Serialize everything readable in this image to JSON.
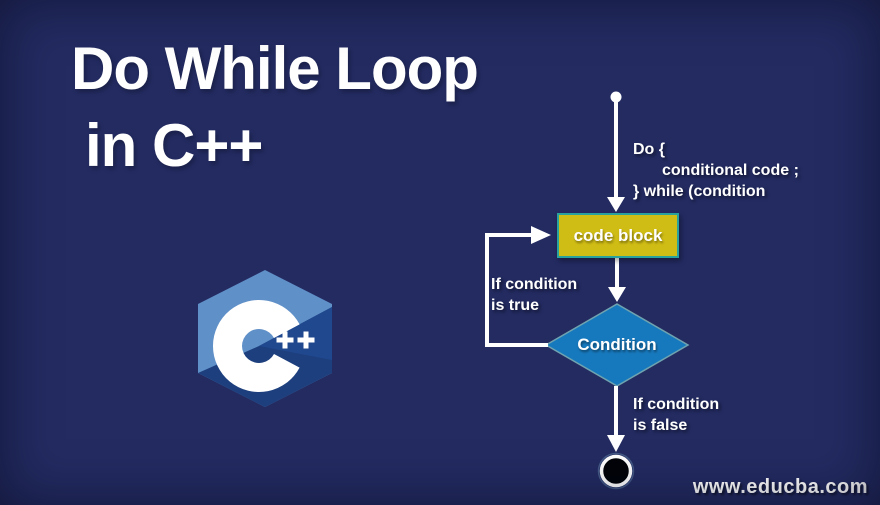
{
  "title": {
    "line1": "Do While Loop",
    "line2": "in C++"
  },
  "logo": {
    "name": "cpp-logo",
    "text": "C++"
  },
  "flowchart": {
    "syntax": {
      "line1": "Do {",
      "line2": "conditional code ;",
      "line3": "} while (condition"
    },
    "code_block_label": "code block",
    "condition_label": "Condition",
    "true_branch": {
      "line1": "If condition",
      "line2": "is true"
    },
    "false_branch": {
      "line1": "If condition",
      "line2": "is false"
    }
  },
  "branding": {
    "website": "www.educba.com"
  },
  "colors": {
    "background": "#232b61",
    "code_block_fill": "#cfbc15",
    "code_block_border": "#29a19c",
    "diamond_fill": "#1779bd",
    "diamond_border": "#6fa3b0",
    "arrow": "#ffffff",
    "logo_light_blue": "#6090c8",
    "logo_medium_blue": "#20488f",
    "logo_dark_blue": "#1d3f7d",
    "text": "#ffffff"
  }
}
